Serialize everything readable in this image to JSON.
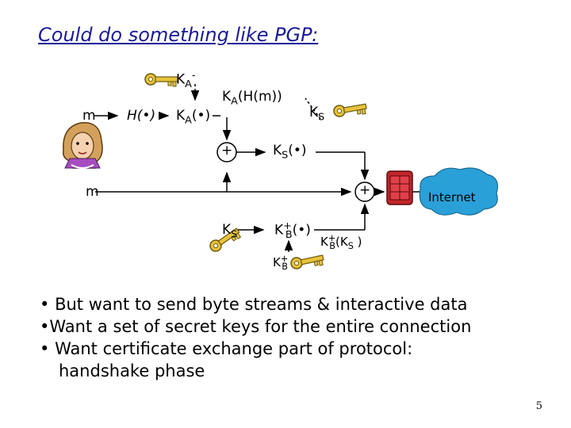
{
  "title": "Could do something like PGP:",
  "labels": {
    "m_top": "m",
    "m_bottom": "m",
    "hash_box": "H(•)",
    "sign_fn": "K",
    "sign_fn_sub": "A",
    "sign_fn_arg": "(•)",
    "signed_hash": "K",
    "signed_hash_sub": "A",
    "signed_hash_arg": "(H(m))",
    "ka_key": "K",
    "ka_key_sub": "A",
    "minus": "-",
    "ks_key": "K",
    "ks_key_sub": "S",
    "plus_circle_1": "+",
    "ks_fn": "K",
    "ks_fn_sub": "S",
    "ks_fn_arg": "(•)",
    "plus_circle_2": "+",
    "internet": "Internet",
    "ks_key_bottom": "K",
    "ks_key_bottom_sub": "S",
    "kb_fn": "K",
    "kb_fn_sub": "B",
    "kb_fn_arg": "(•)",
    "kb_key": "K",
    "kb_key_sub": "B",
    "plus_sup": "+",
    "kb_ks": "K",
    "kb_ks_sub": "B",
    "kb_ks_arg": "(K",
    "kb_ks_arg_sub": "S",
    "kb_ks_close": " )"
  },
  "bullets": [
    "But want to send byte streams & interactive data",
    "Want a set of secret keys for the entire connection",
    "Want certificate exchange part of protocol:",
    "handshake phase"
  ],
  "page_number": "5",
  "colors": {
    "title": "#1a1a99",
    "key": "#e8c23a",
    "internet_cloud": "#2aa0d8",
    "firewall": "#c0262b"
  },
  "icons": [
    "key-icon",
    "person-icon",
    "firewall-icon",
    "cloud-icon"
  ]
}
